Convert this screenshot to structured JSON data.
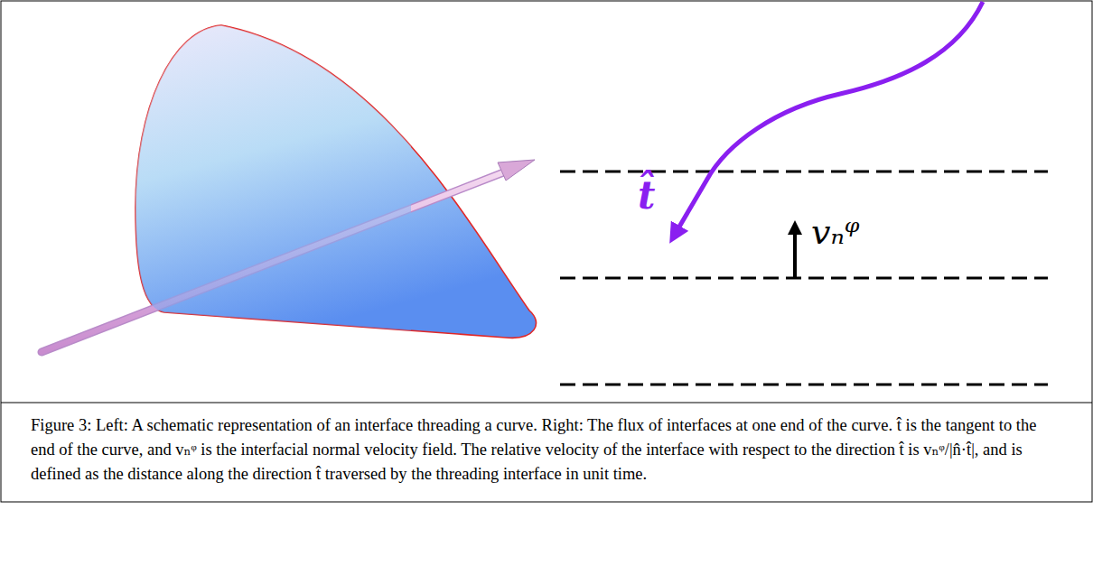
{
  "diagram": {
    "caption": "Figure 3: Left: A schematic representation of an interface threading a curve. Right: The flux of interfaces at one end of the curve. t̂ is the tangent to the end of the curve, and vₙᵠ is the interfacial normal velocity field. The relative velocity of the interface with respect to the direction t̂ is vₙᵠ/|n̂·t̂|, and is defined as the distance along the direction t̂ traversed by the threading interface in unit time.",
    "labels": [
      "t̂",
      "vₙᵠ"
    ]
  }
}
